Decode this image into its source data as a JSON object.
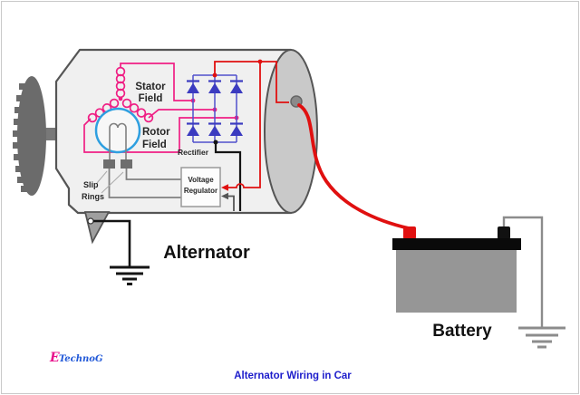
{
  "labels": {
    "stator_field_line1": "Stator",
    "stator_field_line2": "Field",
    "rotor_field_line1": "Rotor",
    "rotor_field_line2": "Field",
    "rectifier": "Rectifier",
    "slip_rings_line1": "Slip",
    "slip_rings_line2": "Rings",
    "voltage_regulator_line1": "Voltage",
    "voltage_regulator_line2": "Regulator",
    "alternator": "Alternator",
    "battery": "Battery"
  },
  "caption": "Alternator Wiring in Car",
  "logo": {
    "prefix": "E",
    "rest": "TechnoG"
  },
  "colors": {
    "wire_red": "#e01010",
    "wire_pink": "#ef1f84",
    "wire_gray": "#808080",
    "wire_black": "#141414",
    "diode_blue": "#3b3bc0",
    "rail_blue": "#5050cc",
    "rotor_circle_blue": "#2e9fe0",
    "body_gray": "#f0f0f0",
    "endcap_gray": "#c9c9c9",
    "pulley_gray": "#6b6b6b",
    "battery_body_gray": "#969696",
    "caption_blue": "#1d1dcb",
    "logo_pink": "#e8138c",
    "logo_blue": "#2058d8"
  }
}
